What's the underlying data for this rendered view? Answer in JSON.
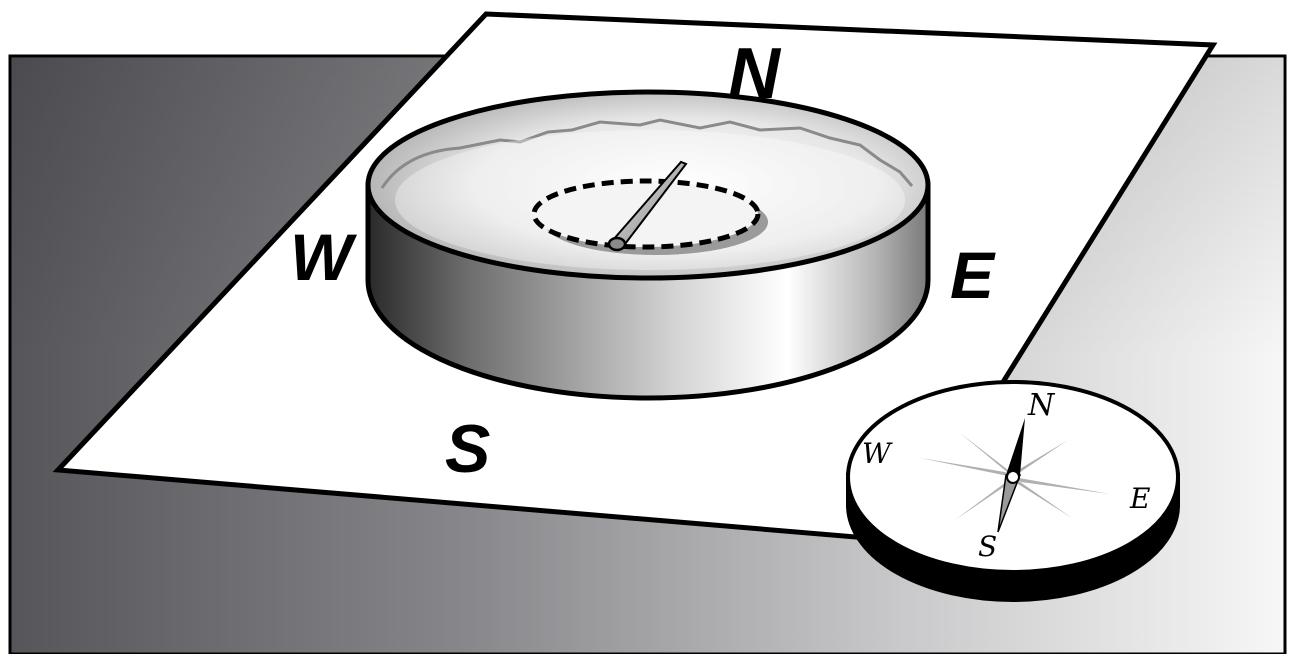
{
  "map_labels": {
    "north": "N",
    "west": "W",
    "east": "E",
    "south": "S"
  },
  "compass_labels": {
    "north": "N",
    "west": "W",
    "east": "E",
    "south": "S"
  },
  "colors": {
    "background_dark": "#5b5b60",
    "background_light": "#ffffff",
    "paper": "#ffffff",
    "outline": "#000000",
    "water": "#d8d8d8",
    "needle": "#bfbfbf"
  }
}
